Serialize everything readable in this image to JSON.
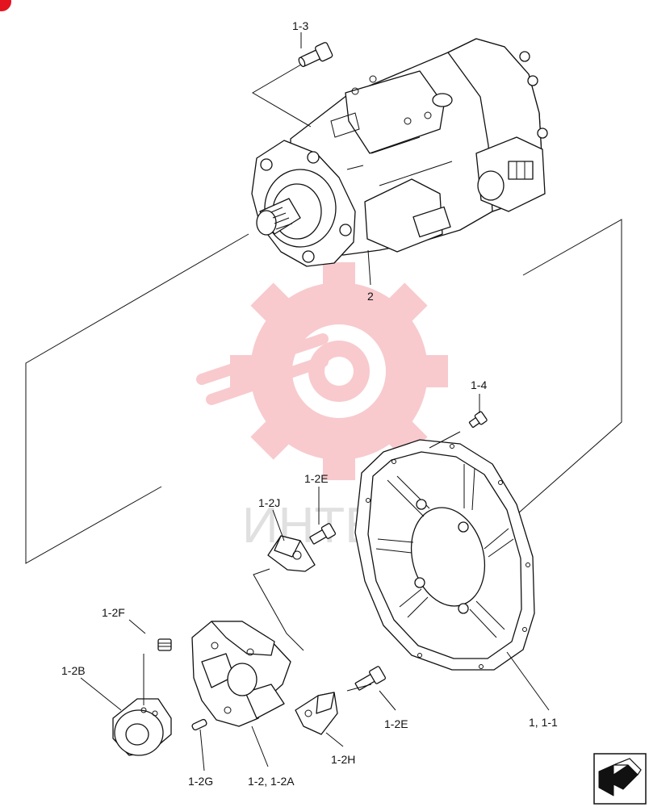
{
  "labels": {
    "l_1_3": "1-3",
    "l_2": "2",
    "l_1_4": "1-4",
    "l_1_2e_top": "1-2E",
    "l_1_2j": "1-2J",
    "l_1_2f": "1-2F",
    "l_1_2b": "1-2B",
    "l_1_2e_bottom": "1-2E",
    "l_1_1_1": "1, 1-1",
    "l_1_2h": "1-2H",
    "l_1_2g": "1-2G",
    "l_1_2_1_2a": "1-2, 1-2A"
  },
  "watermark": {
    "text": "ИНТЕХ",
    "color": "#e3141f"
  },
  "colors": {
    "line": "#111111",
    "badge": "#e3141f"
  },
  "icons": {
    "corner": "next-page-arrow-icon",
    "watermark_logo": "gear-wrench-logo-icon"
  }
}
